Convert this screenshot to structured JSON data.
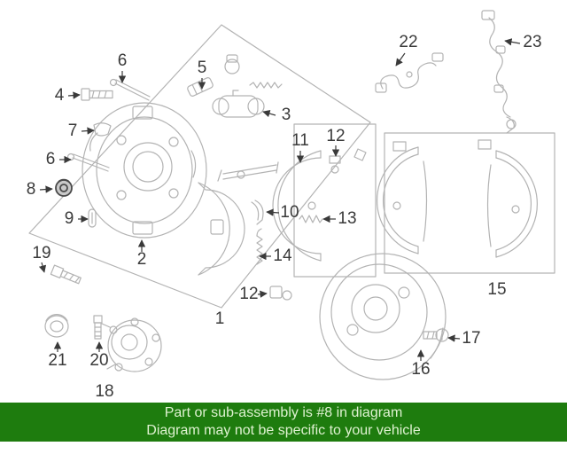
{
  "banner": {
    "line1": "Part or sub-assembly is #8 in diagram",
    "line2": "Diagram may not be specific to your vehicle"
  },
  "highlighted_part": "8",
  "colors": {
    "banner_bg": "#1e7c0e",
    "banner_text": "#def2d0",
    "line_art": "#b3b3b3",
    "label_text": "#3a3a3a",
    "highlight": "#4a4a4a"
  },
  "callouts": [
    {
      "text": "22"
    },
    {
      "text": "23"
    },
    {
      "text": "6"
    },
    {
      "text": "5"
    },
    {
      "text": "4"
    },
    {
      "text": "7"
    },
    {
      "text": "3"
    },
    {
      "text": "11"
    },
    {
      "text": "12"
    },
    {
      "text": "6"
    },
    {
      "text": "8"
    },
    {
      "text": "9"
    },
    {
      "text": "10"
    },
    {
      "text": "13"
    },
    {
      "text": "2"
    },
    {
      "text": "14"
    },
    {
      "text": "19"
    },
    {
      "text": "12"
    },
    {
      "text": "1"
    },
    {
      "text": "15"
    },
    {
      "text": "21"
    },
    {
      "text": "20"
    },
    {
      "text": "18"
    },
    {
      "text": "16"
    },
    {
      "text": "17"
    }
  ]
}
